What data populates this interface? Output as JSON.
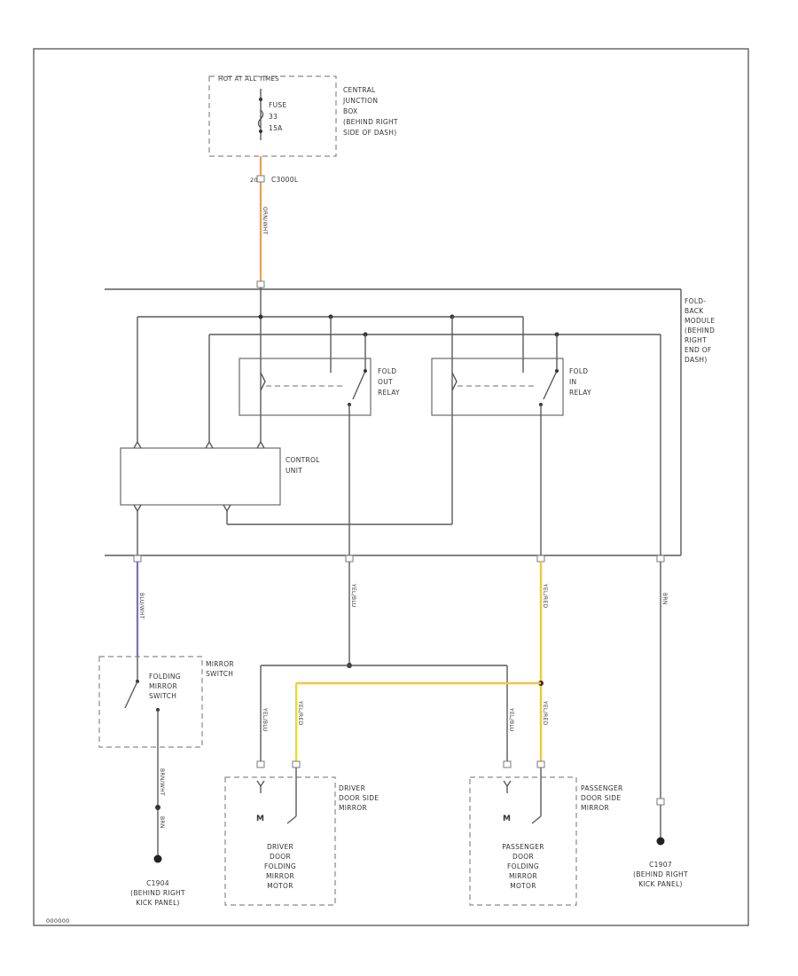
{
  "colors": {
    "orange": "#e2a25c",
    "blue": "#6f6fe0",
    "yellow": "#f3c540",
    "yellow_green": "#e4dc3a",
    "line": "#5a5a5a"
  },
  "fuse_box": {
    "header": "HOT AT ALL TIMES",
    "fuse_name": "FUSE",
    "fuse_number": "33",
    "fuse_rating": "15A",
    "location": [
      "CENTRAL",
      "JUNCTION",
      "BOX",
      "(BEHIND RIGHT",
      "SIDE OF DASH)"
    ]
  },
  "connector_c3000": {
    "pin": "20",
    "label": "C3000L"
  },
  "wires": {
    "feed": "ORN/WHT",
    "switch_signal": "BLU/WHT",
    "switch_ground_a": "BRN/WHT",
    "switch_ground_b": "BRN",
    "relay_out_a": "YEL/BLU",
    "relay_in_a": "YEL/RED",
    "ground_right": "BRN",
    "driver_a": "YEL/BLU",
    "driver_b": "YEL/RED",
    "passenger_a": "YEL/BLU",
    "passenger_b": "YEL/RED"
  },
  "module": {
    "label": [
      "FOLD-",
      "BACK",
      "MODULE",
      "(BEHIND",
      "RIGHT",
      "END OF",
      "DASH)"
    ]
  },
  "relay_out": {
    "label": [
      "FOLD",
      "OUT",
      "RELAY"
    ]
  },
  "relay_in": {
    "label": [
      "FOLD",
      "IN",
      "RELAY"
    ]
  },
  "control_unit": {
    "label": [
      "CONTROL",
      "UNIT"
    ]
  },
  "mirror_switch": {
    "outer_label": [
      "MIRROR",
      "SWITCH"
    ],
    "inner_label": [
      "FOLDING",
      "MIRROR",
      "SWITCH"
    ]
  },
  "driver_mirror": {
    "outer_label": [
      "DRIVER",
      "DOOR SIDE",
      "MIRROR"
    ],
    "motor_label": [
      "DRIVER",
      "DOOR",
      "FOLDING",
      "MIRROR",
      "MOTOR"
    ]
  },
  "passenger_mirror": {
    "outer_label": [
      "PASSENGER",
      "DOOR SIDE",
      "MIRROR"
    ],
    "motor_label": [
      "PASSENGER",
      "DOOR",
      "FOLDING",
      "MIRROR",
      "MOTOR"
    ]
  },
  "ground_left": {
    "label": [
      "C1904",
      "(BEHIND RIGHT",
      "KICK PANEL)"
    ]
  },
  "ground_right": {
    "label": [
      "C1907",
      "(BEHIND RIGHT",
      "KICK PANEL)"
    ]
  },
  "figure_id": "000000"
}
